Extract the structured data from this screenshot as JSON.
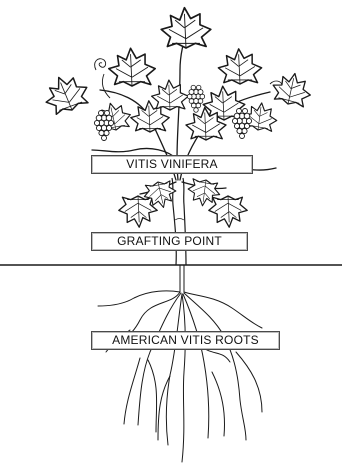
{
  "labels": {
    "scion": "VITIS VINIFERA",
    "graft": "GRAFTING POINT",
    "roots": "AMERICAN VITIS ROOTS"
  },
  "colors": {
    "ink": "#1a1a1a",
    "background": "#ffffff",
    "label_border": "#4a4a4a"
  },
  "icons": [
    "grape-leaf-icon",
    "grape-cluster-icon",
    "tendril-icon"
  ]
}
